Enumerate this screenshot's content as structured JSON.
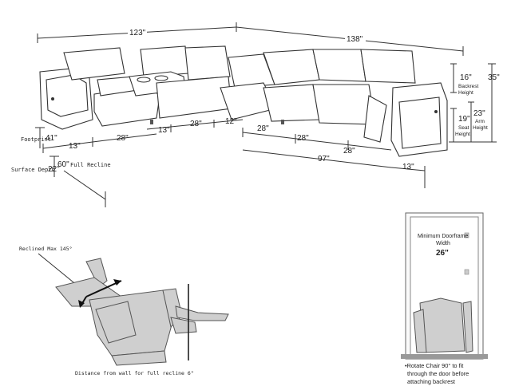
{
  "top": {
    "widths": {
      "left": "123\"",
      "right": "138\""
    },
    "heights": {
      "backrest": "16\"",
      "backrest_label_1": "Backrest",
      "backrest_label_2": "Height",
      "total": "35\"",
      "arm": "23\"",
      "arm_label_1": "Arm",
      "arm_label_2": "Height",
      "seat": "19\"",
      "seat_label_1": "Seat",
      "seat_label_2": "Height"
    },
    "segments": {
      "left_13": "13\"",
      "left_28": "28\"",
      "mid_13": "13\"",
      "mid_28": "28\"",
      "mid_12": "12\"",
      "right_28a": "28\"",
      "right_28b": "28\"",
      "right_28c": "28\"",
      "right_13": "13\"",
      "depth_97": "97\""
    },
    "left_depth": {
      "footprint_label": "Footprint",
      "footprint_value": "41\"",
      "surface_label": "Surface Depth",
      "surface_value": "22\"",
      "recline_value": "60\"",
      "recline_label": "Full Recline"
    }
  },
  "recline_diagram": {
    "max_label": "Reclined Max 145°",
    "distance_label": "Distance from wall for full recline 6\""
  },
  "doorframe": {
    "title_1": "Minimum Doorframe",
    "title_2": "Width",
    "width": "26\"",
    "note_1": "•Rotate Chair 90° to fit",
    "note_2": "through the door before",
    "note_3": "attaching backrest"
  }
}
